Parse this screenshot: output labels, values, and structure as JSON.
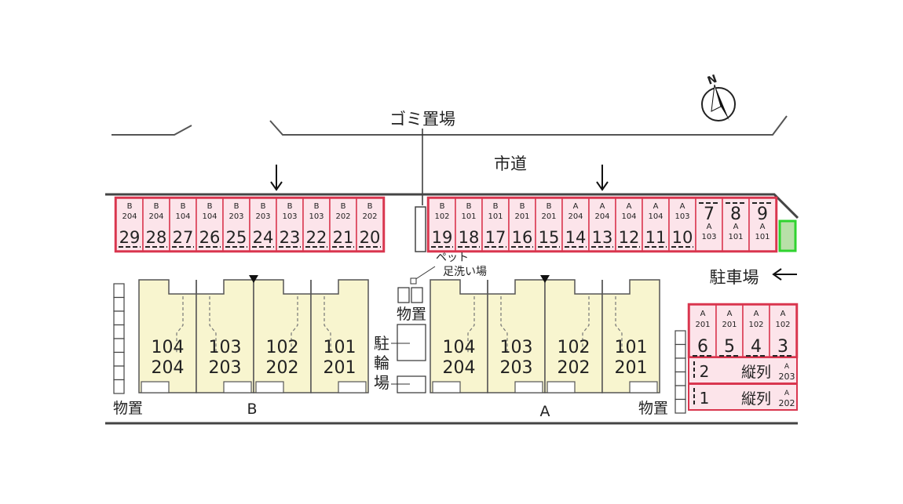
{
  "labels": {
    "garbage": "ゴミ置場",
    "road": "市道",
    "parking": "駐車場",
    "pet_wash_line1": "ペット",
    "pet_wash_line2": "足洗い場",
    "storage_center": "物置",
    "storage_left": "物置",
    "storage_right": "物置",
    "bicycle": [
      "駐",
      "輪",
      "場"
    ],
    "building_b": "B",
    "building_a": "A",
    "north": "N"
  },
  "parking_top": [
    {
      "num": "29",
      "bld": "B",
      "room": "204"
    },
    {
      "num": "28",
      "bld": "B",
      "room": "204"
    },
    {
      "num": "27",
      "bld": "B",
      "room": "104"
    },
    {
      "num": "26",
      "bld": "B",
      "room": "104"
    },
    {
      "num": "25",
      "bld": "B",
      "room": "203"
    },
    {
      "num": "24",
      "bld": "B",
      "room": "203"
    },
    {
      "num": "23",
      "bld": "B",
      "room": "103"
    },
    {
      "num": "22",
      "bld": "B",
      "room": "103"
    },
    {
      "num": "21",
      "bld": "B",
      "room": "202"
    },
    {
      "num": "20",
      "bld": "B",
      "room": "202"
    },
    {
      "num": "19",
      "bld": "B",
      "room": "102"
    },
    {
      "num": "18",
      "bld": "B",
      "room": "101"
    },
    {
      "num": "17",
      "bld": "B",
      "room": "101"
    },
    {
      "num": "16",
      "bld": "B",
      "room": "201"
    },
    {
      "num": "15",
      "bld": "B",
      "room": "201"
    },
    {
      "num": "14",
      "bld": "A",
      "room": "204"
    },
    {
      "num": "13",
      "bld": "A",
      "room": "204"
    },
    {
      "num": "12",
      "bld": "A",
      "room": "104"
    },
    {
      "num": "11",
      "bld": "A",
      "room": "104"
    },
    {
      "num": "10",
      "bld": "A",
      "room": "103"
    },
    {
      "num": "7",
      "bld": "A",
      "room": "103"
    },
    {
      "num": "8",
      "bld": "A",
      "room": "101"
    },
    {
      "num": "9",
      "bld": "A",
      "room": "101"
    }
  ],
  "parking_right": [
    {
      "num": "6",
      "bld": "A",
      "room": "201"
    },
    {
      "num": "5",
      "bld": "A",
      "room": "201"
    },
    {
      "num": "4",
      "bld": "A",
      "room": "102"
    },
    {
      "num": "3",
      "bld": "A",
      "room": "102"
    }
  ],
  "parking_tandem": [
    {
      "num": "2",
      "text": "縦列",
      "bld": "A",
      "room": "203"
    },
    {
      "num": "1",
      "text": "縦列",
      "bld": "A",
      "room": "202"
    }
  ],
  "building_b_units": [
    {
      "lower": "104",
      "upper": "204"
    },
    {
      "lower": "103",
      "upper": "203"
    },
    {
      "lower": "102",
      "upper": "202"
    },
    {
      "lower": "101",
      "upper": "201"
    }
  ],
  "building_a_units": [
    {
      "lower": "104",
      "upper": "204"
    },
    {
      "lower": "103",
      "upper": "203"
    },
    {
      "lower": "102",
      "upper": "202"
    },
    {
      "lower": "101",
      "upper": "201"
    }
  ],
  "colors": {
    "parking_fill": "#fce4ea",
    "parking_stroke": "#d9364f",
    "building_fill": "#f8f5cf",
    "building_stroke": "#555555",
    "highlight": "#b8e0a8",
    "highlight_stroke": "#2fd32f"
  }
}
